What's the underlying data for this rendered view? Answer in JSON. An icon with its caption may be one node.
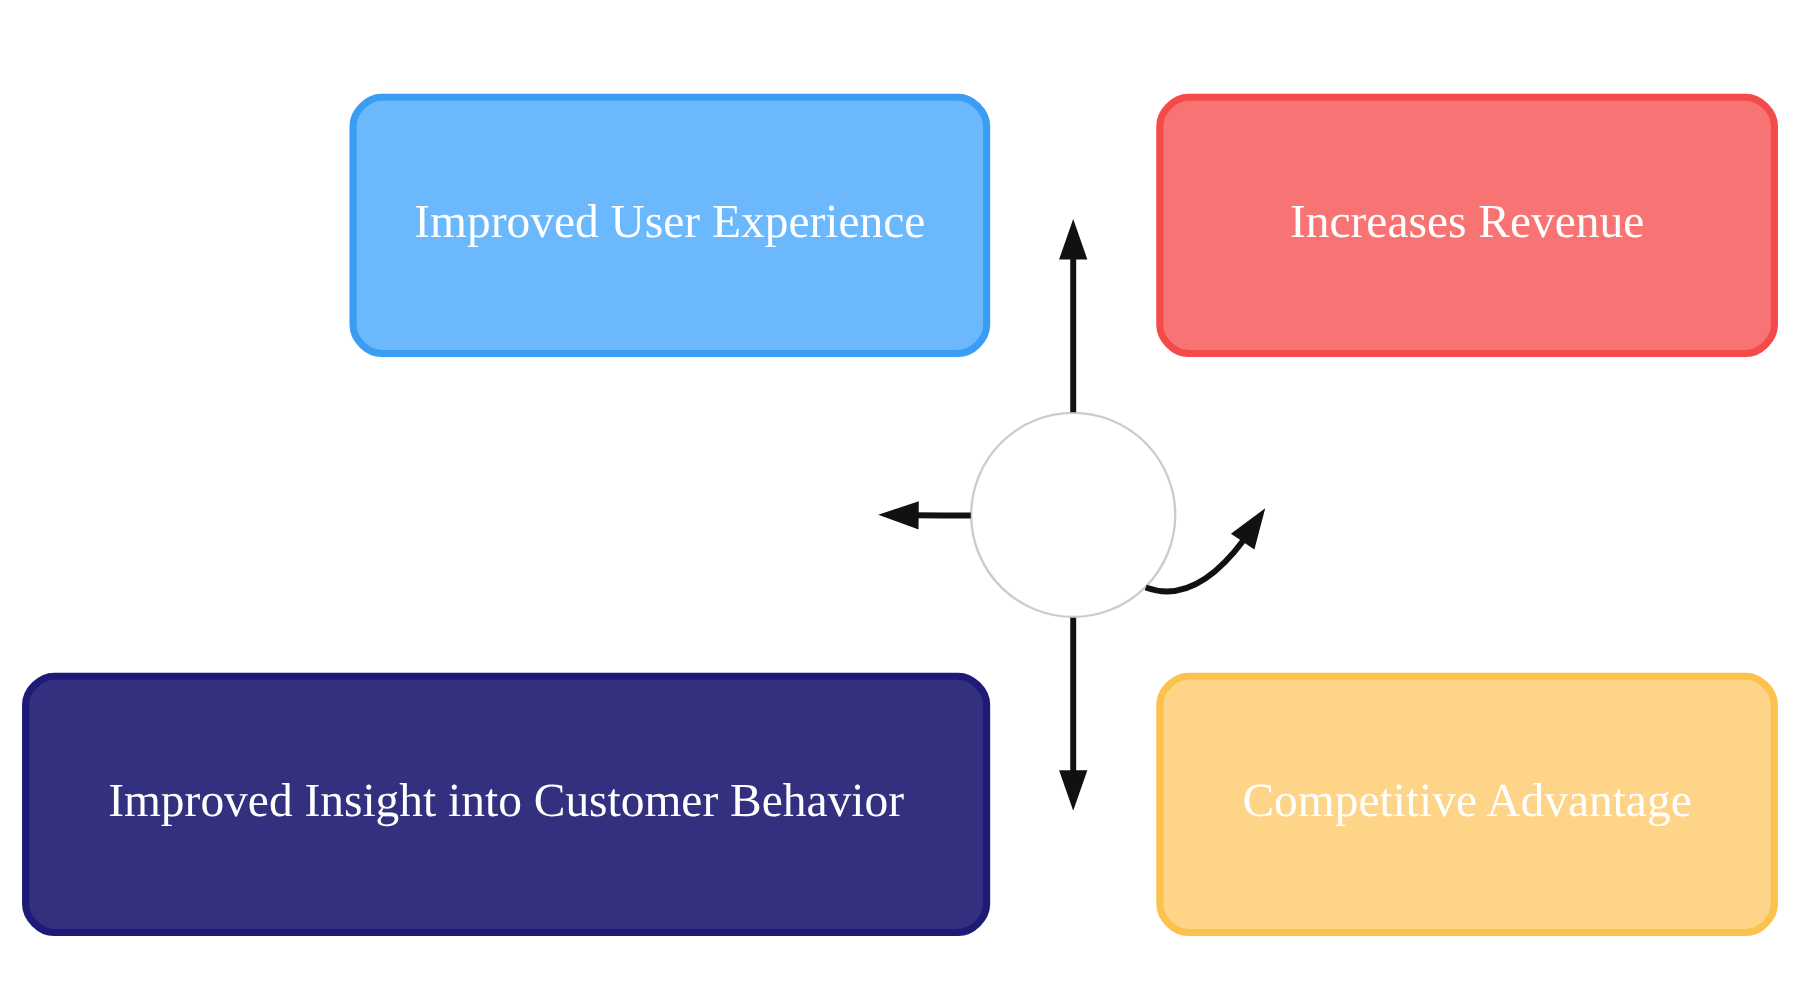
{
  "diagram": {
    "nodes": [
      {
        "text": [
          "Improved User Experience"
        ]
      },
      {
        "text": [
          "Increases Revenue"
        ]
      },
      {
        "text": [
          "Improved Insight into Customer Behavior"
        ]
      },
      {
        "text": [
          "Competitive Advantage"
        ]
      },
      {
        "text": [],
        "shape": "circle"
      }
    ],
    "edges": [
      {
        "from": 4,
        "to": null,
        "arrow": "to"
      },
      {
        "from": 4,
        "to": null,
        "arrow": "to"
      },
      {
        "from": 4,
        "to": null,
        "arrow": "to"
      },
      {
        "from": 4,
        "to": null,
        "arrow": "to"
      }
    ]
  }
}
